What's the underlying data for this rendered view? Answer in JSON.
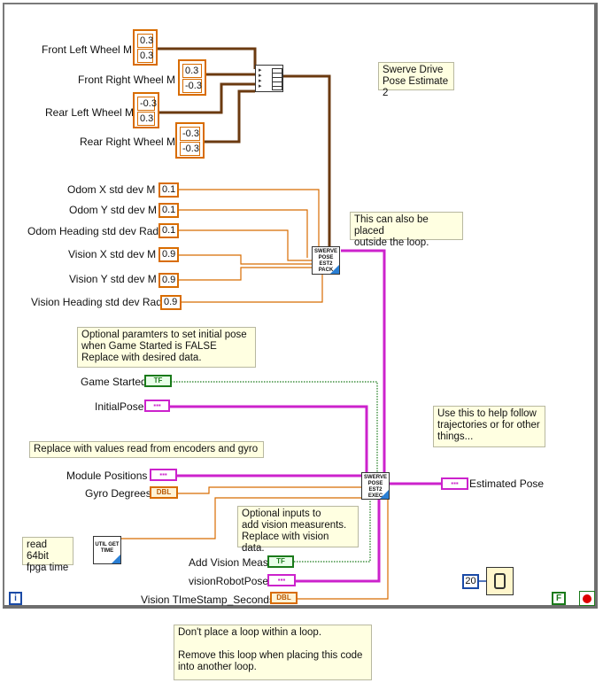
{
  "wheels": [
    {
      "label": "Front Left Wheel M",
      "values": [
        "0.3",
        "0.3"
      ]
    },
    {
      "label": "Front Right Wheel M",
      "values": [
        "0.3",
        "-0.3"
      ]
    },
    {
      "label": "Rear Left Wheel M",
      "values": [
        "-0.3",
        "0.3"
      ]
    },
    {
      "label": "Rear Right Wheel M",
      "values": [
        "-0.3",
        "-0.3"
      ]
    }
  ],
  "std_devs": [
    {
      "label": "Odom X std dev M",
      "value": "0.1"
    },
    {
      "label": "Odom Y std dev M",
      "value": "0.1"
    },
    {
      "label": "Odom Heading std dev Rad",
      "value": "0.1"
    },
    {
      "label": "Vision X std dev M",
      "value": "0.9"
    },
    {
      "label": "Vision Y std dev M",
      "value": "0.9"
    },
    {
      "label": "Vision Heading std dev Rad",
      "value": "0.9"
    }
  ],
  "notes": {
    "title": "Swerve Drive\nPose Estimate 2",
    "outside": "This can also be placed\noutside the loop.",
    "optional_params": "Optional paramters to set initial pose\nwhen Game Started is FALSE\nReplace with desired data.",
    "replace_values": "Replace with values read from encoders and gyro",
    "follow": "Use this to help follow\ntrajectories or for other\nthings...",
    "vision": "Optional inputs to\nadd vision measurents.\nReplace with vision data.",
    "fpga": "read 64bit\nfpga time",
    "loop": "Don't place a loop within a loop.\n\nRemove this loop when placing this code\ninto another loop."
  },
  "inputs": {
    "game_started": "Game Started",
    "initial_pose": "InitialPose",
    "module_positions": "Module Positions",
    "gyro_degrees": "Gyro Degrees",
    "add_vision_meas": "Add Vision Meas",
    "vision_robot_pose": "visionRobotPose",
    "vision_timestamp": "Vision TImeStamp_Seconds"
  },
  "outputs": {
    "estimated_pose": "Estimated Pose"
  },
  "terminals": {
    "tf": "TF",
    "cluster": "▪▪▪",
    "dbl": "DBL"
  },
  "subvis": {
    "pack": "SWERVE POSE EST2 PACK",
    "exec": "SWERVE POSE EST2 EXEC",
    "time": "UTIL GET TIME"
  },
  "loop": {
    "iteration": "i",
    "wait_ms": "20",
    "stop": "F"
  },
  "colors": {
    "numeric": "#d86c00",
    "boolean": "#1a7a1a",
    "cluster": "#cc22cc",
    "dark_wire": "#6b3a10"
  }
}
